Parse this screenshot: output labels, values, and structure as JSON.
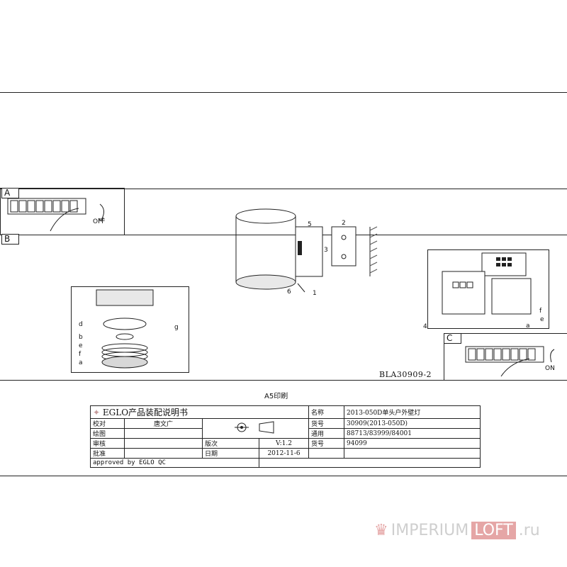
{
  "sections": {
    "a_tag": "A",
    "b_tag": "B",
    "c_tag": "C"
  },
  "panel_a": {
    "off_label": "OFF"
  },
  "panel_c": {
    "on_label": "ON"
  },
  "lamp_callouts": [
    "5",
    "2",
    "3",
    "6",
    "1"
  ],
  "detail_callouts": [
    "d",
    "b",
    "e",
    "f",
    "a",
    "g"
  ],
  "junction_callouts": [
    "4",
    "f",
    "e",
    "a"
  ],
  "doc_code": "BLA30909-2",
  "print_note": "A5印刷",
  "title_block": {
    "brand": "EGLO产品装配说明书",
    "name_label": "名称",
    "name_value": "2013-050D单头户外壁灯",
    "proof_label": "校对",
    "proof_value": "唐文广",
    "item_label": "货号",
    "item_value": "30909(2013-050D)",
    "draw_label": "绘图",
    "general_label": "通用",
    "general_value": "88713/83999/84001",
    "review_label": "审核",
    "version_label": "版次",
    "version_value": "V:1.2",
    "general_item_label": "货号",
    "general_item_value": "94099",
    "approve_label": "批准",
    "date_label": "日期",
    "date_value": "2012-11-6",
    "approved_by": "approved by EGLO QC"
  },
  "watermark": {
    "prefix": "IMPERIUM",
    "highlight": "LOFT",
    "suffix": ".ru"
  }
}
